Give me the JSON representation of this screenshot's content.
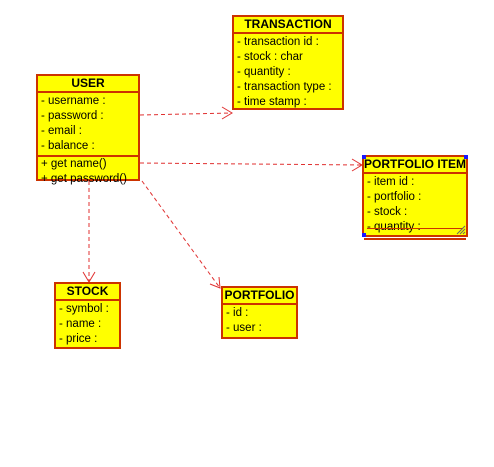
{
  "diagram": {
    "classes": {
      "user": {
        "name": "USER",
        "attributes": [
          "- username :",
          "- password :",
          "- email :",
          "- balance :"
        ],
        "methods": [
          "+ get name()",
          "+ get password()"
        ]
      },
      "transaction": {
        "name": "TRANSACTION",
        "attributes": [
          "- transaction id :",
          "- stock : char",
          "- quantity :",
          "- transaction type :",
          "- time stamp :"
        ]
      },
      "portfolio_item": {
        "name": "PORTFOLIO ITEM",
        "attributes": [
          "- item id :",
          "- portfolio :",
          "- stock :",
          "- quantity :"
        ]
      },
      "stock": {
        "name": "STOCK",
        "attributes": [
          "- symbol :",
          "- name :",
          "- price :"
        ]
      },
      "portfolio": {
        "name": "PORTFOLIO",
        "attributes": [
          "- id :",
          "- user :"
        ]
      }
    },
    "colors": {
      "class_fill": "#ffff00",
      "class_border": "#cc3300",
      "arrow": "#e03030",
      "selection_handle": "#1a1aff"
    }
  }
}
